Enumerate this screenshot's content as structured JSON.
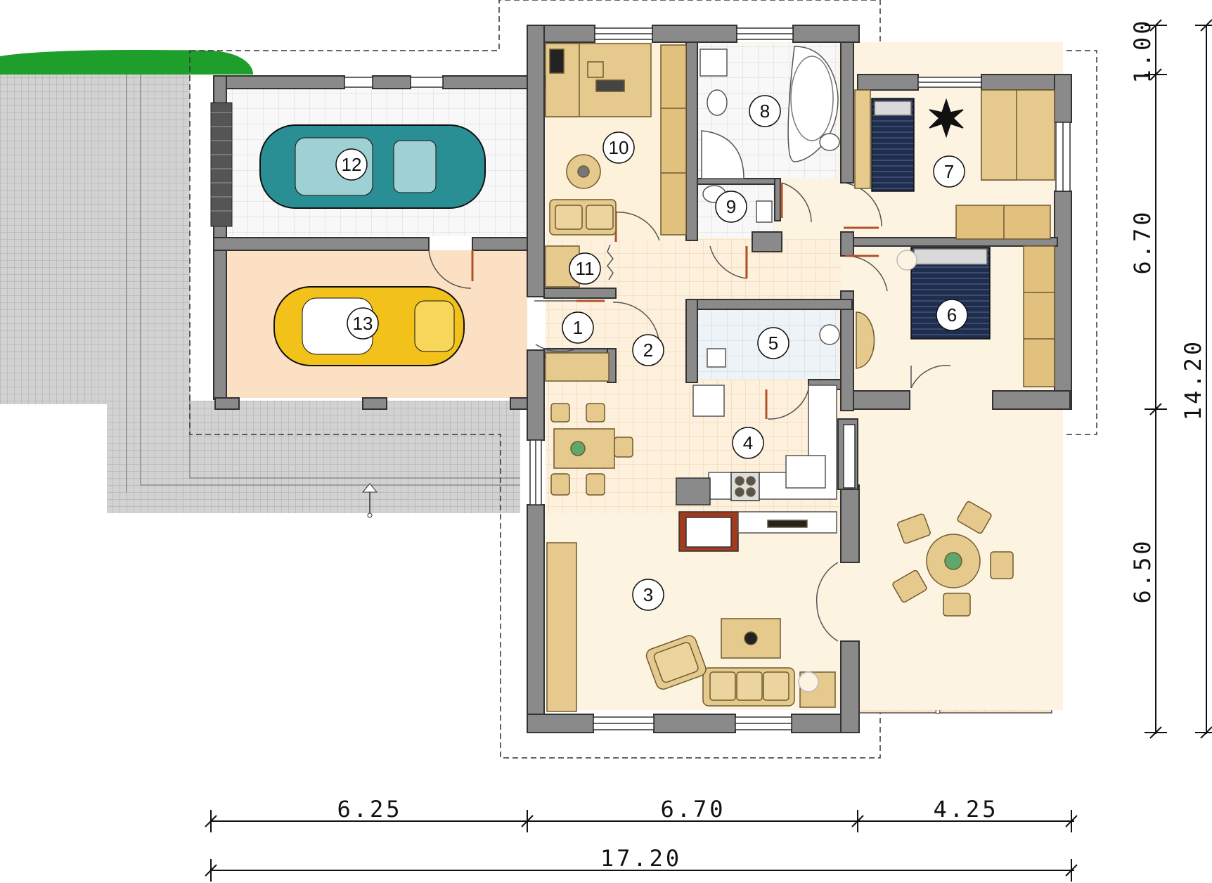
{
  "plan": {
    "rooms": [
      {
        "id": "room-1",
        "label": "1"
      },
      {
        "id": "room-2",
        "label": "2"
      },
      {
        "id": "room-3",
        "label": "3"
      },
      {
        "id": "room-4",
        "label": "4"
      },
      {
        "id": "room-5",
        "label": "5"
      },
      {
        "id": "room-6",
        "label": "6"
      },
      {
        "id": "room-7",
        "label": "7"
      },
      {
        "id": "room-8",
        "label": "8"
      },
      {
        "id": "room-9",
        "label": "9"
      },
      {
        "id": "room-10",
        "label": "10"
      },
      {
        "id": "room-11",
        "label": "11"
      },
      {
        "id": "room-12",
        "label": "12"
      },
      {
        "id": "room-13",
        "label": "13"
      }
    ],
    "dimensions": {
      "bottom_segments": [
        "6.25",
        "6.70",
        "4.25"
      ],
      "bottom_total": "17.20",
      "right_segments": [
        "1.00",
        "6.70",
        "6.50"
      ],
      "right_total": "14.20"
    },
    "colors": {
      "wall": "#8a8a8a",
      "wall_outline": "#333333",
      "living_floor": "#fdf3e1",
      "garage_floor": "#f7f7f7",
      "carport_floor": "#fbe0c4",
      "terrace_floor": "#fbe6cf",
      "paving": "#cfcfcf",
      "lawn": "#1e9e2a",
      "furniture": "#e6c98d",
      "car_teal": "#2a8e95",
      "car_yellow": "#f3c21a",
      "bed_navy": "#1f2e4d"
    }
  }
}
